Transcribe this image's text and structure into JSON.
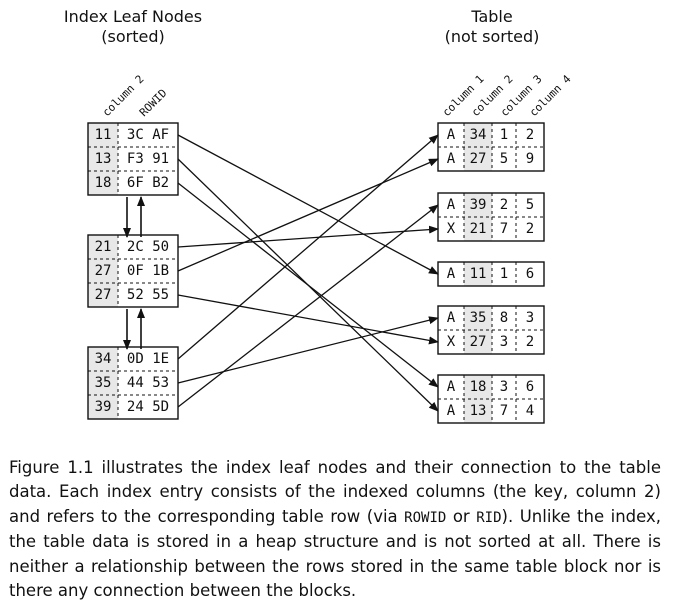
{
  "index": {
    "title_line1": "Index Leaf Nodes",
    "title_line2": "(sorted)",
    "col_header_1": "column 2",
    "col_header_2": "ROWID",
    "nodes": [
      [
        {
          "key": "11",
          "rowid": "3C AF"
        },
        {
          "key": "13",
          "rowid": "F3 91"
        },
        {
          "key": "18",
          "rowid": "6F B2"
        }
      ],
      [
        {
          "key": "21",
          "rowid": "2C 50"
        },
        {
          "key": "27",
          "rowid": "0F 1B"
        },
        {
          "key": "27",
          "rowid": "52 55"
        }
      ],
      [
        {
          "key": "34",
          "rowid": "0D 1E"
        },
        {
          "key": "35",
          "rowid": "44 53"
        },
        {
          "key": "39",
          "rowid": "24 5D"
        }
      ]
    ]
  },
  "table": {
    "title_line1": "Table",
    "title_line2": "(not sorted)",
    "col_headers": [
      "column 1",
      "column 2",
      "column 3",
      "column 4"
    ],
    "blocks": [
      [
        [
          "A",
          "34",
          "1",
          "2"
        ],
        [
          "A",
          "27",
          "5",
          "9"
        ]
      ],
      [
        [
          "A",
          "39",
          "2",
          "5"
        ],
        [
          "X",
          "21",
          "7",
          "2"
        ]
      ],
      [
        [
          "A",
          "11",
          "1",
          "6"
        ]
      ],
      [
        [
          "A",
          "35",
          "8",
          "3"
        ],
        [
          "X",
          "27",
          "3",
          "2"
        ]
      ],
      [
        [
          "A",
          "18",
          "3",
          "6"
        ],
        [
          "A",
          "13",
          "7",
          "4"
        ]
      ]
    ]
  },
  "links": [
    {
      "from": [
        0,
        0
      ],
      "to": [
        2,
        0
      ]
    },
    {
      "from": [
        0,
        1
      ],
      "to": [
        4,
        1
      ]
    },
    {
      "from": [
        0,
        2
      ],
      "to": [
        4,
        0
      ]
    },
    {
      "from": [
        1,
        0
      ],
      "to": [
        1,
        1
      ]
    },
    {
      "from": [
        1,
        1
      ],
      "to": [
        0,
        1
      ]
    },
    {
      "from": [
        1,
        2
      ],
      "to": [
        3,
        1
      ]
    },
    {
      "from": [
        2,
        0
      ],
      "to": [
        0,
        0
      ]
    },
    {
      "from": [
        2,
        1
      ],
      "to": [
        3,
        0
      ]
    },
    {
      "from": [
        2,
        2
      ],
      "to": [
        1,
        0
      ]
    }
  ],
  "caption": {
    "t1": "Figure 1.1 illustrates the index leaf nodes and their connection to the table data. Each index entry consists of the indexed columns (the key, column 2) and refers to the corresponding table row (via ",
    "m1": "ROWID",
    "t2": " or ",
    "m2": "RID",
    "t3": "). Unlike the index, the table data is stored in a heap structure and is not sorted at all. There is neither a relationship between the rows stored in the same table block nor is there any connection between the blocks."
  }
}
